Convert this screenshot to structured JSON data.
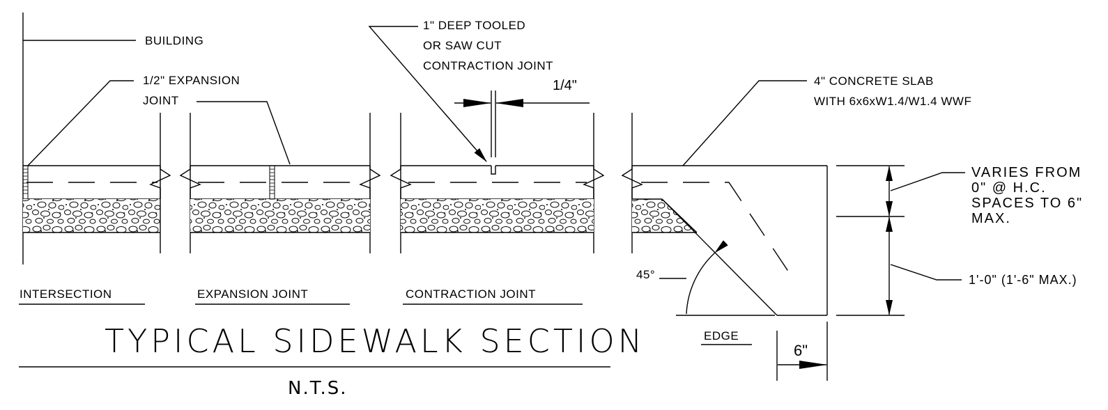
{
  "labels": {
    "building": "BUILDING",
    "expansion_joint_callout": [
      "1/2\" EXPANSION",
      "JOINT"
    ],
    "contraction_callout": [
      "1\" DEEP TOOLED",
      "OR SAW CUT",
      "CONTRACTION JOINT"
    ],
    "joint_width": "1/4\"",
    "slab_callout": [
      "4\" CONCRETE SLAB",
      "WITH 6x6xW1.4/W1.4 WWF"
    ],
    "varies_callout": [
      "VARIES FROM",
      "0\" @ H.C.",
      "SPACES TO 6\"",
      "MAX."
    ],
    "depth_callout": "1'-0\" (1'-6\" MAX.)",
    "angle": "45°",
    "edge": "EDGE",
    "edge_width": "6\"",
    "detail_intersection": "INTERSECTION",
    "detail_expansion": "EXPANSION JOINT",
    "detail_contraction": "CONTRACTION JOINT"
  },
  "title": "TYPICAL SIDEWALK SECTION",
  "scale_note": "N.T.S."
}
